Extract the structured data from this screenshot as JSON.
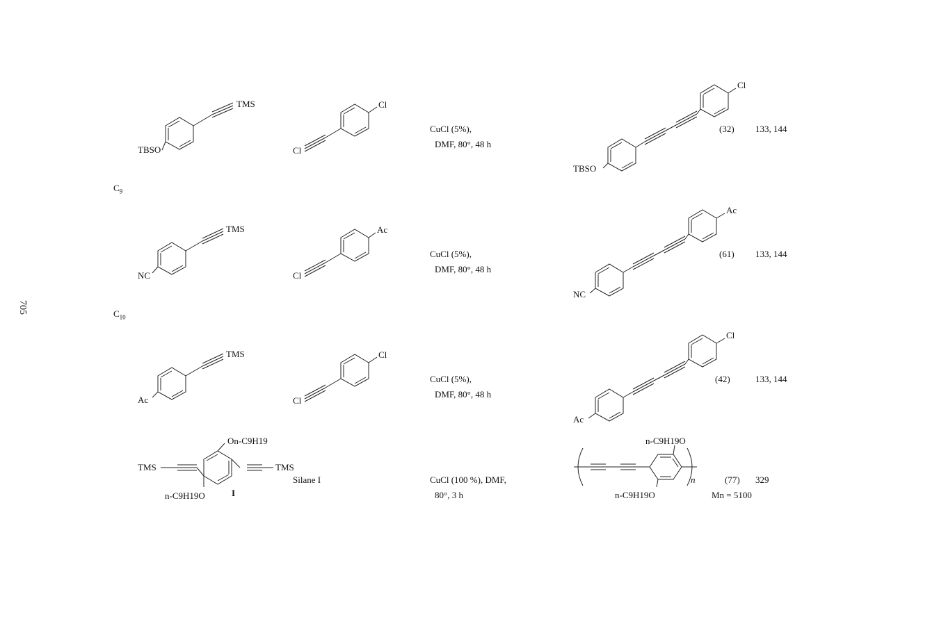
{
  "page_number": "705",
  "carbon_labels": [
    {
      "text": "C",
      "sub": "9"
    },
    {
      "text": "C",
      "sub": "10"
    }
  ],
  "rows": [
    {
      "reactant1": {
        "groups": [
          "TBSO",
          "TMS"
        ]
      },
      "reactant2": {
        "groups": [
          "Cl",
          "Cl"
        ]
      },
      "conditions": [
        "CuCl (5%),",
        "DMF, 80°, 48 h"
      ],
      "product": {
        "groups": [
          "TBSO",
          "Cl"
        ]
      },
      "yield": "(32)",
      "refs": "133, 144"
    },
    {
      "reactant1": {
        "groups": [
          "NC",
          "TMS"
        ]
      },
      "reactant2": {
        "groups": [
          "Cl",
          "Ac"
        ]
      },
      "conditions": [
        "CuCl (5%),",
        "DMF, 80°, 48 h"
      ],
      "product": {
        "groups": [
          "NC",
          "Ac"
        ]
      },
      "yield": "(61)",
      "refs": "133, 144"
    },
    {
      "reactant1": {
        "groups": [
          "Ac",
          "TMS"
        ]
      },
      "reactant2": {
        "groups": [
          "Cl",
          "Cl"
        ]
      },
      "conditions": [
        "CuCl (5%),",
        "DMF, 80°, 48 h"
      ],
      "product": {
        "groups": [
          "Ac",
          "Cl"
        ]
      },
      "yield": "(42)",
      "refs": "133, 144"
    },
    {
      "reactant1": {
        "groups": [
          "TMS",
          "TMS",
          "On-C9H19",
          "n-C9H19O"
        ],
        "label": "I"
      },
      "reactant2": {
        "text": "Silane I"
      },
      "conditions": [
        "CuCl (100 %), DMF,",
        "80°, 3 h"
      ],
      "product": {
        "groups": [
          "n-C9H19O",
          "n-C9H19O"
        ],
        "subscript": "n"
      },
      "yield": "(77)",
      "mn": "Mn = 5100",
      "refs": "329"
    }
  ]
}
